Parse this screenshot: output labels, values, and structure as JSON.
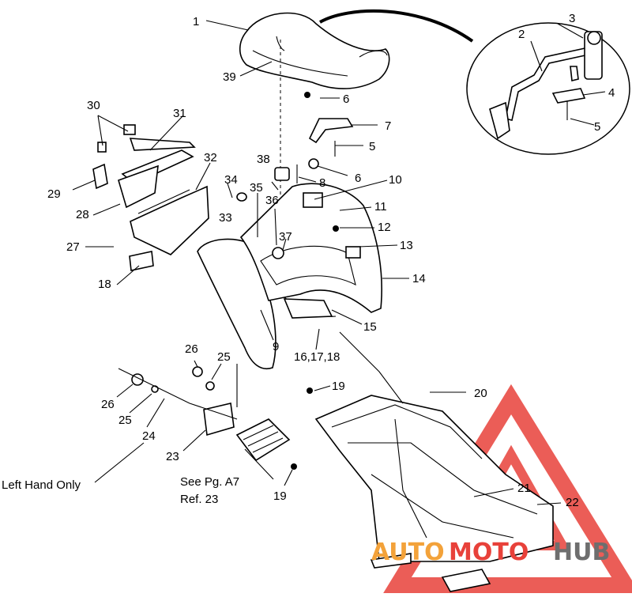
{
  "labels": {
    "p1": "1",
    "p2": "2",
    "p3": "3",
    "p4": "4",
    "p5a": "5",
    "p5b": "5",
    "p6a": "6",
    "p6b": "6",
    "p7": "7",
    "p8": "8",
    "p9": "9",
    "p10": "10",
    "p11": "11",
    "p12": "12",
    "p13": "13",
    "p14": "14",
    "p15": "15",
    "p161718": "16,17,18",
    "p18": "18",
    "p19a": "19",
    "p19b": "19",
    "p20": "20",
    "p21": "21",
    "p22": "22",
    "p23": "23",
    "p24": "24",
    "p25a": "25",
    "p25b": "25",
    "p26a": "26",
    "p26b": "26",
    "p27": "27",
    "p28": "28",
    "p29": "29",
    "p30": "30",
    "p31": "31",
    "p32": "32",
    "p33": "33",
    "p34": "34",
    "p35": "35",
    "p36": "36",
    "p37": "37",
    "p38": "38",
    "p39": "39"
  },
  "notes": {
    "left_hand_only": "Left Hand Only",
    "see_page": "See Pg. A7",
    "ref": "Ref. 23"
  },
  "watermark": {
    "part1": "AUTO",
    "part2": "MOTO",
    "part3": "HUB",
    "color_red": "#e8413a",
    "color_orange": "#f3a23a",
    "color_gray": "#6e6e6e"
  }
}
